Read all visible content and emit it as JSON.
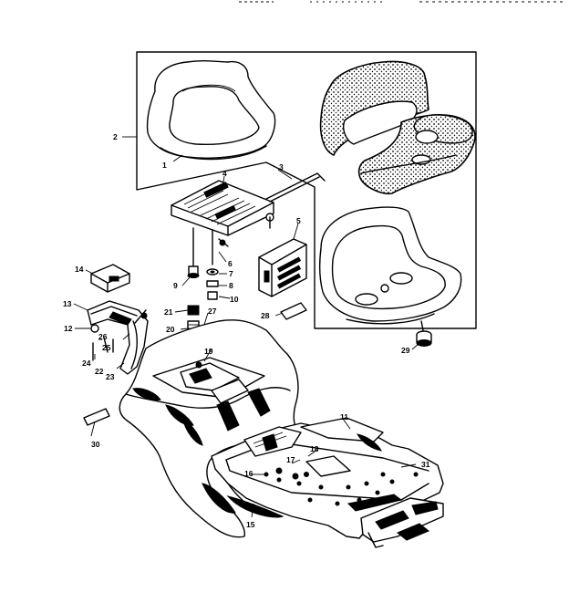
{
  "diagram": {
    "header_fragment": "",
    "callouts": [
      "1",
      "2",
      "3",
      "4",
      "5",
      "6",
      "7",
      "8",
      "9",
      "10",
      "11",
      "12",
      "13",
      "14",
      "15",
      "16",
      "17",
      "18",
      "19",
      "20",
      "21",
      "22",
      "23",
      "24",
      "25",
      "26",
      "27",
      "28",
      "29",
      "30",
      "31"
    ]
  }
}
